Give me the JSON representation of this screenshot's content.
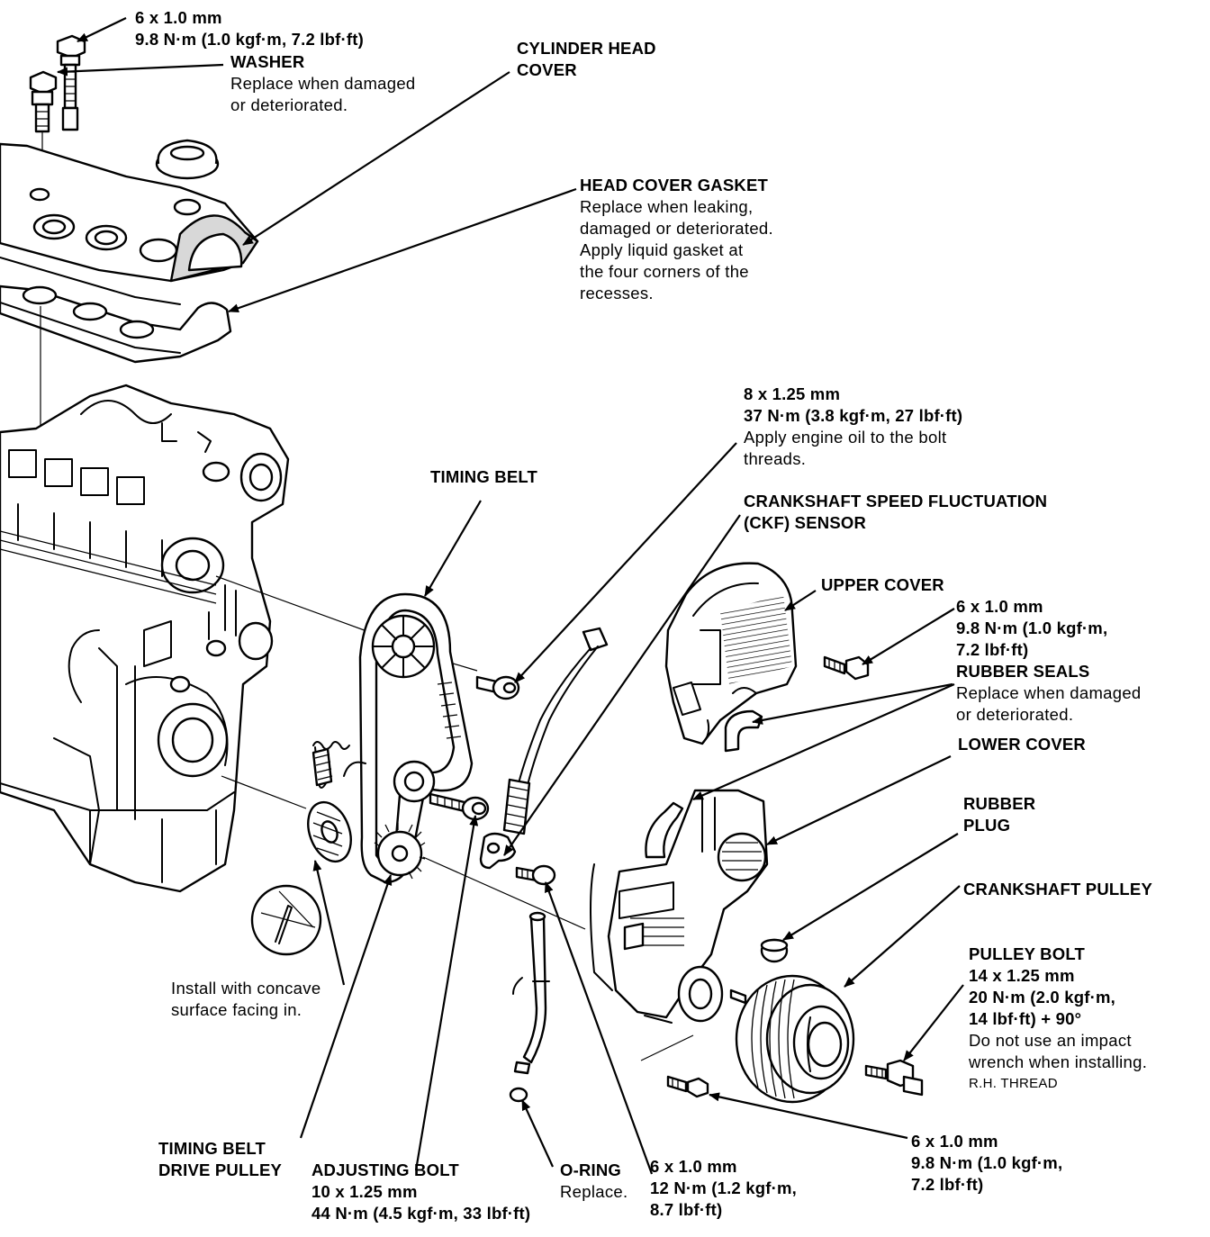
{
  "labels": {
    "head_bolt": {
      "title": "6 x 1.0 mm",
      "lines": [
        "9.8 N·m (1.0 kgf·m, 7.2 lbf·ft)"
      ]
    },
    "washer": {
      "title": "WASHER",
      "lines": [
        "Replace when damaged",
        "or deteriorated."
      ]
    },
    "cylinder_head_cover": {
      "title": "CYLINDER HEAD",
      "lines": [
        "COVER"
      ]
    },
    "head_cover_gasket": {
      "title": "HEAD COVER GASKET",
      "lines": [
        "Replace when leaking,",
        "damaged or deteriorated.",
        "Apply liquid gasket at",
        "the four corners of the",
        "recesses."
      ]
    },
    "sensor_bolt": {
      "title": "8 x 1.25 mm",
      "lines": [
        "37 N·m (3.8 kgf·m, 27 lbf·ft)",
        "Apply engine oil to the bolt",
        "threads."
      ]
    },
    "timing_belt": {
      "title": "TIMING BELT",
      "lines": []
    },
    "ckf_sensor": {
      "title": "CRANKSHAFT SPEED FLUCTUATION",
      "lines": [
        "(CKF) SENSOR"
      ]
    },
    "upper_cover": {
      "title": "UPPER COVER",
      "lines": []
    },
    "upper_cover_bolt": {
      "title": "6 x 1.0 mm",
      "lines": [
        "9.8 N·m (1.0 kgf·m,",
        "7.2 lbf·ft)"
      ]
    },
    "rubber_seals": {
      "title": "RUBBER SEALS",
      "lines": [
        "Replace when damaged",
        "or deteriorated."
      ]
    },
    "lower_cover": {
      "title": "LOWER COVER",
      "lines": []
    },
    "rubber_plug": {
      "title": "RUBBER",
      "lines": [
        "PLUG"
      ]
    },
    "crankshaft_pulley": {
      "title": "CRANKSHAFT PULLEY",
      "lines": []
    },
    "pulley_bolt": {
      "title": "PULLEY BOLT",
      "lines": [
        "14 x 1.25 mm",
        "20 N·m (2.0 kgf·m,",
        "14 lbf·ft) + 90°",
        "Do not use an impact",
        "wrench when installing.",
        " R.H.  THREAD"
      ]
    },
    "install_note": {
      "title": "",
      "lines": [
        "Install with concave",
        "surface facing in."
      ]
    },
    "lower_cover_bolt": {
      "title": "6 x 1.0 mm",
      "lines": [
        "9.8 N·m (1.0 kgf·m,",
        "7.2 lbf·ft)"
      ]
    },
    "timing_belt_drive_pulley": {
      "title": "TIMING BELT",
      "lines": [
        "DRIVE PULLEY"
      ]
    },
    "adjusting_bolt": {
      "title": "ADJUSTING BOLT",
      "lines": [
        "10 x 1.25 mm",
        "44 N·m (4.5 kgf·m, 33 lbf·ft)"
      ]
    },
    "o_ring": {
      "title": "O-RING",
      "lines": [
        "Replace."
      ]
    },
    "dipstick_bolt": {
      "title": "6 x 1.0 mm",
      "lines": [
        "12 N·m (1.2 kgf·m,",
        "8.7 lbf·ft)"
      ]
    }
  }
}
